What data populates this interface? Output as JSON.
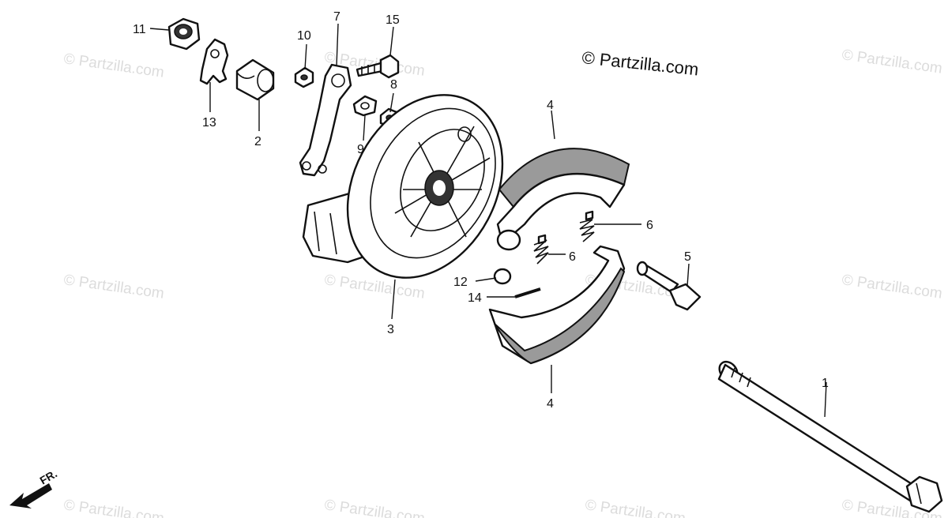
{
  "watermark": "© Partzilla.com",
  "copyright": "© Partzilla.com",
  "front_indicator": "FR.",
  "callouts": {
    "c1": "1",
    "c2": "2",
    "c3": "3",
    "c4a": "4",
    "c4b": "4",
    "c5": "5",
    "c6a": "6",
    "c6b": "6",
    "c7": "7",
    "c8": "8",
    "c9": "9",
    "c10": "10",
    "c11": "11",
    "c12": "12",
    "c13": "13",
    "c14": "14",
    "c15": "15"
  }
}
